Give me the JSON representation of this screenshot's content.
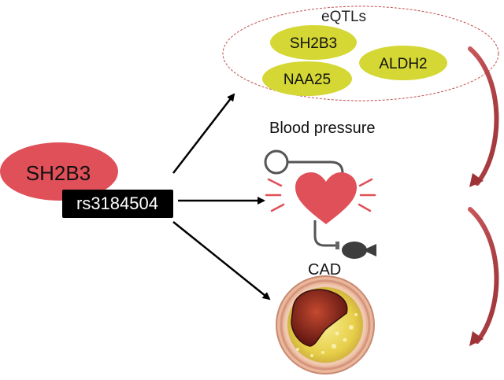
{
  "gene": {
    "name": "SH2B3",
    "snp": "rs3184504",
    "fill": "#e05059",
    "snp_box_fill": "#000000"
  },
  "eqtls": {
    "title": "eQTLs",
    "genes": [
      "SH2B3",
      "ALDH2",
      "NAA25"
    ],
    "gene_fill": "#d4d734",
    "border_color": "#c0504d"
  },
  "blood_pressure": {
    "title": "Blood pressure",
    "heart_color": "#e05059",
    "icon": "blood-pressure-cuff-heart-icon"
  },
  "cad": {
    "title": "CAD",
    "icon": "artery-plaque-cross-section-icon"
  },
  "side_arrow_color": "#b8474a"
}
